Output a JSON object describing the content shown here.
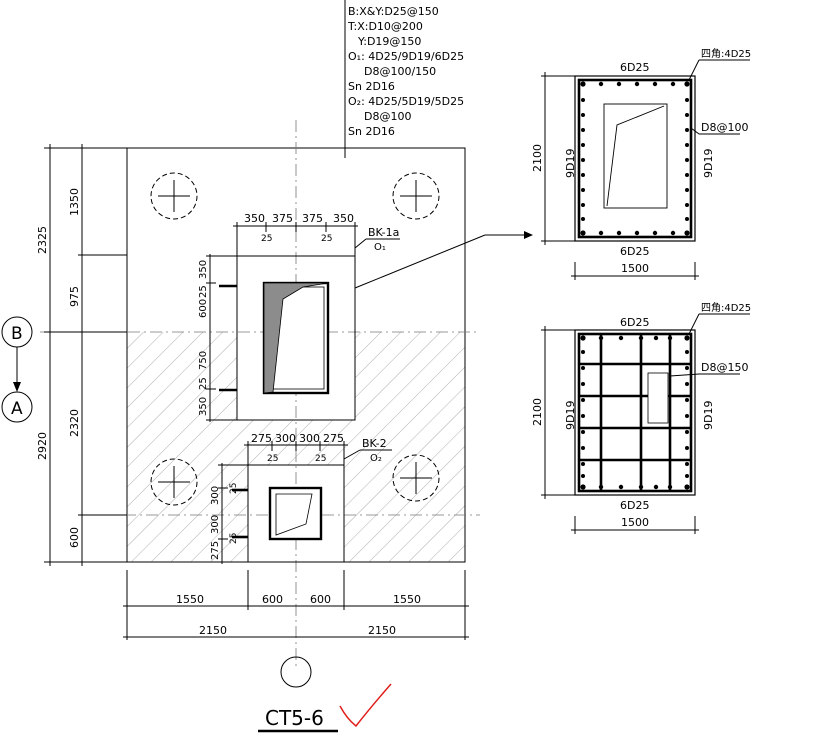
{
  "notes": {
    "bottom_bars": "B:X&Y:D25@150",
    "top_bars_x": "T:X:D10@200",
    "top_bars_y": "Y:D19@150",
    "o1_main": "O₁: 4D25/9D19/6D25",
    "o1_stirrup": "D8@100/150",
    "o1_sn": "Sn 2D16",
    "o2_main": "O₂: 4D25/5D19/5D25",
    "o2_stirrup": "D8@100",
    "o2_sn": "Sn 2D16"
  },
  "plan": {
    "left_dims": {
      "outer_top": "2325",
      "outer_bottom": "2920",
      "inner": [
        "1350",
        "975",
        "2320",
        "600"
      ]
    },
    "bk1": {
      "top_dims": [
        "350",
        "375",
        "375",
        "350"
      ],
      "left_dims": [
        "350",
        "600",
        "25",
        "750",
        "25",
        "350"
      ],
      "label": "BK-1a",
      "sublabel": "O₁",
      "bar_marks": [
        "25",
        "25"
      ]
    },
    "bk2": {
      "top_dims": [
        "275",
        "300",
        "300",
        "275"
      ],
      "left_dims": [
        "300",
        "25",
        "300",
        "25",
        "275"
      ],
      "label": "BK-2",
      "sublabel": "O₂",
      "bar_marks": [
        "25",
        "25"
      ],
      "side_marks": [
        "25",
        "25"
      ]
    },
    "bottom_dims_row1": [
      "1550",
      "600",
      "600",
      "1550"
    ],
    "bottom_dims_row2": [
      "2150",
      "2150"
    ],
    "axis_b": "B",
    "axis_a": "A",
    "title": "CT5-6"
  },
  "section1": {
    "top_label": "6D25",
    "bottom_label": "6D25",
    "corner_label": "四角:4D25",
    "stirrup_label": "D8@100",
    "left_bars": "9D19",
    "right_bars": "9D19",
    "height_dim": "2100",
    "width_dim": "1500"
  },
  "section2": {
    "top_label": "6D25",
    "bottom_label": "6D25",
    "corner_label": "四角:4D25",
    "stirrup_label": "D8@150",
    "left_bars": "9D19",
    "right_bars": "9D19",
    "height_dim": "2100",
    "width_dim": "1500"
  }
}
